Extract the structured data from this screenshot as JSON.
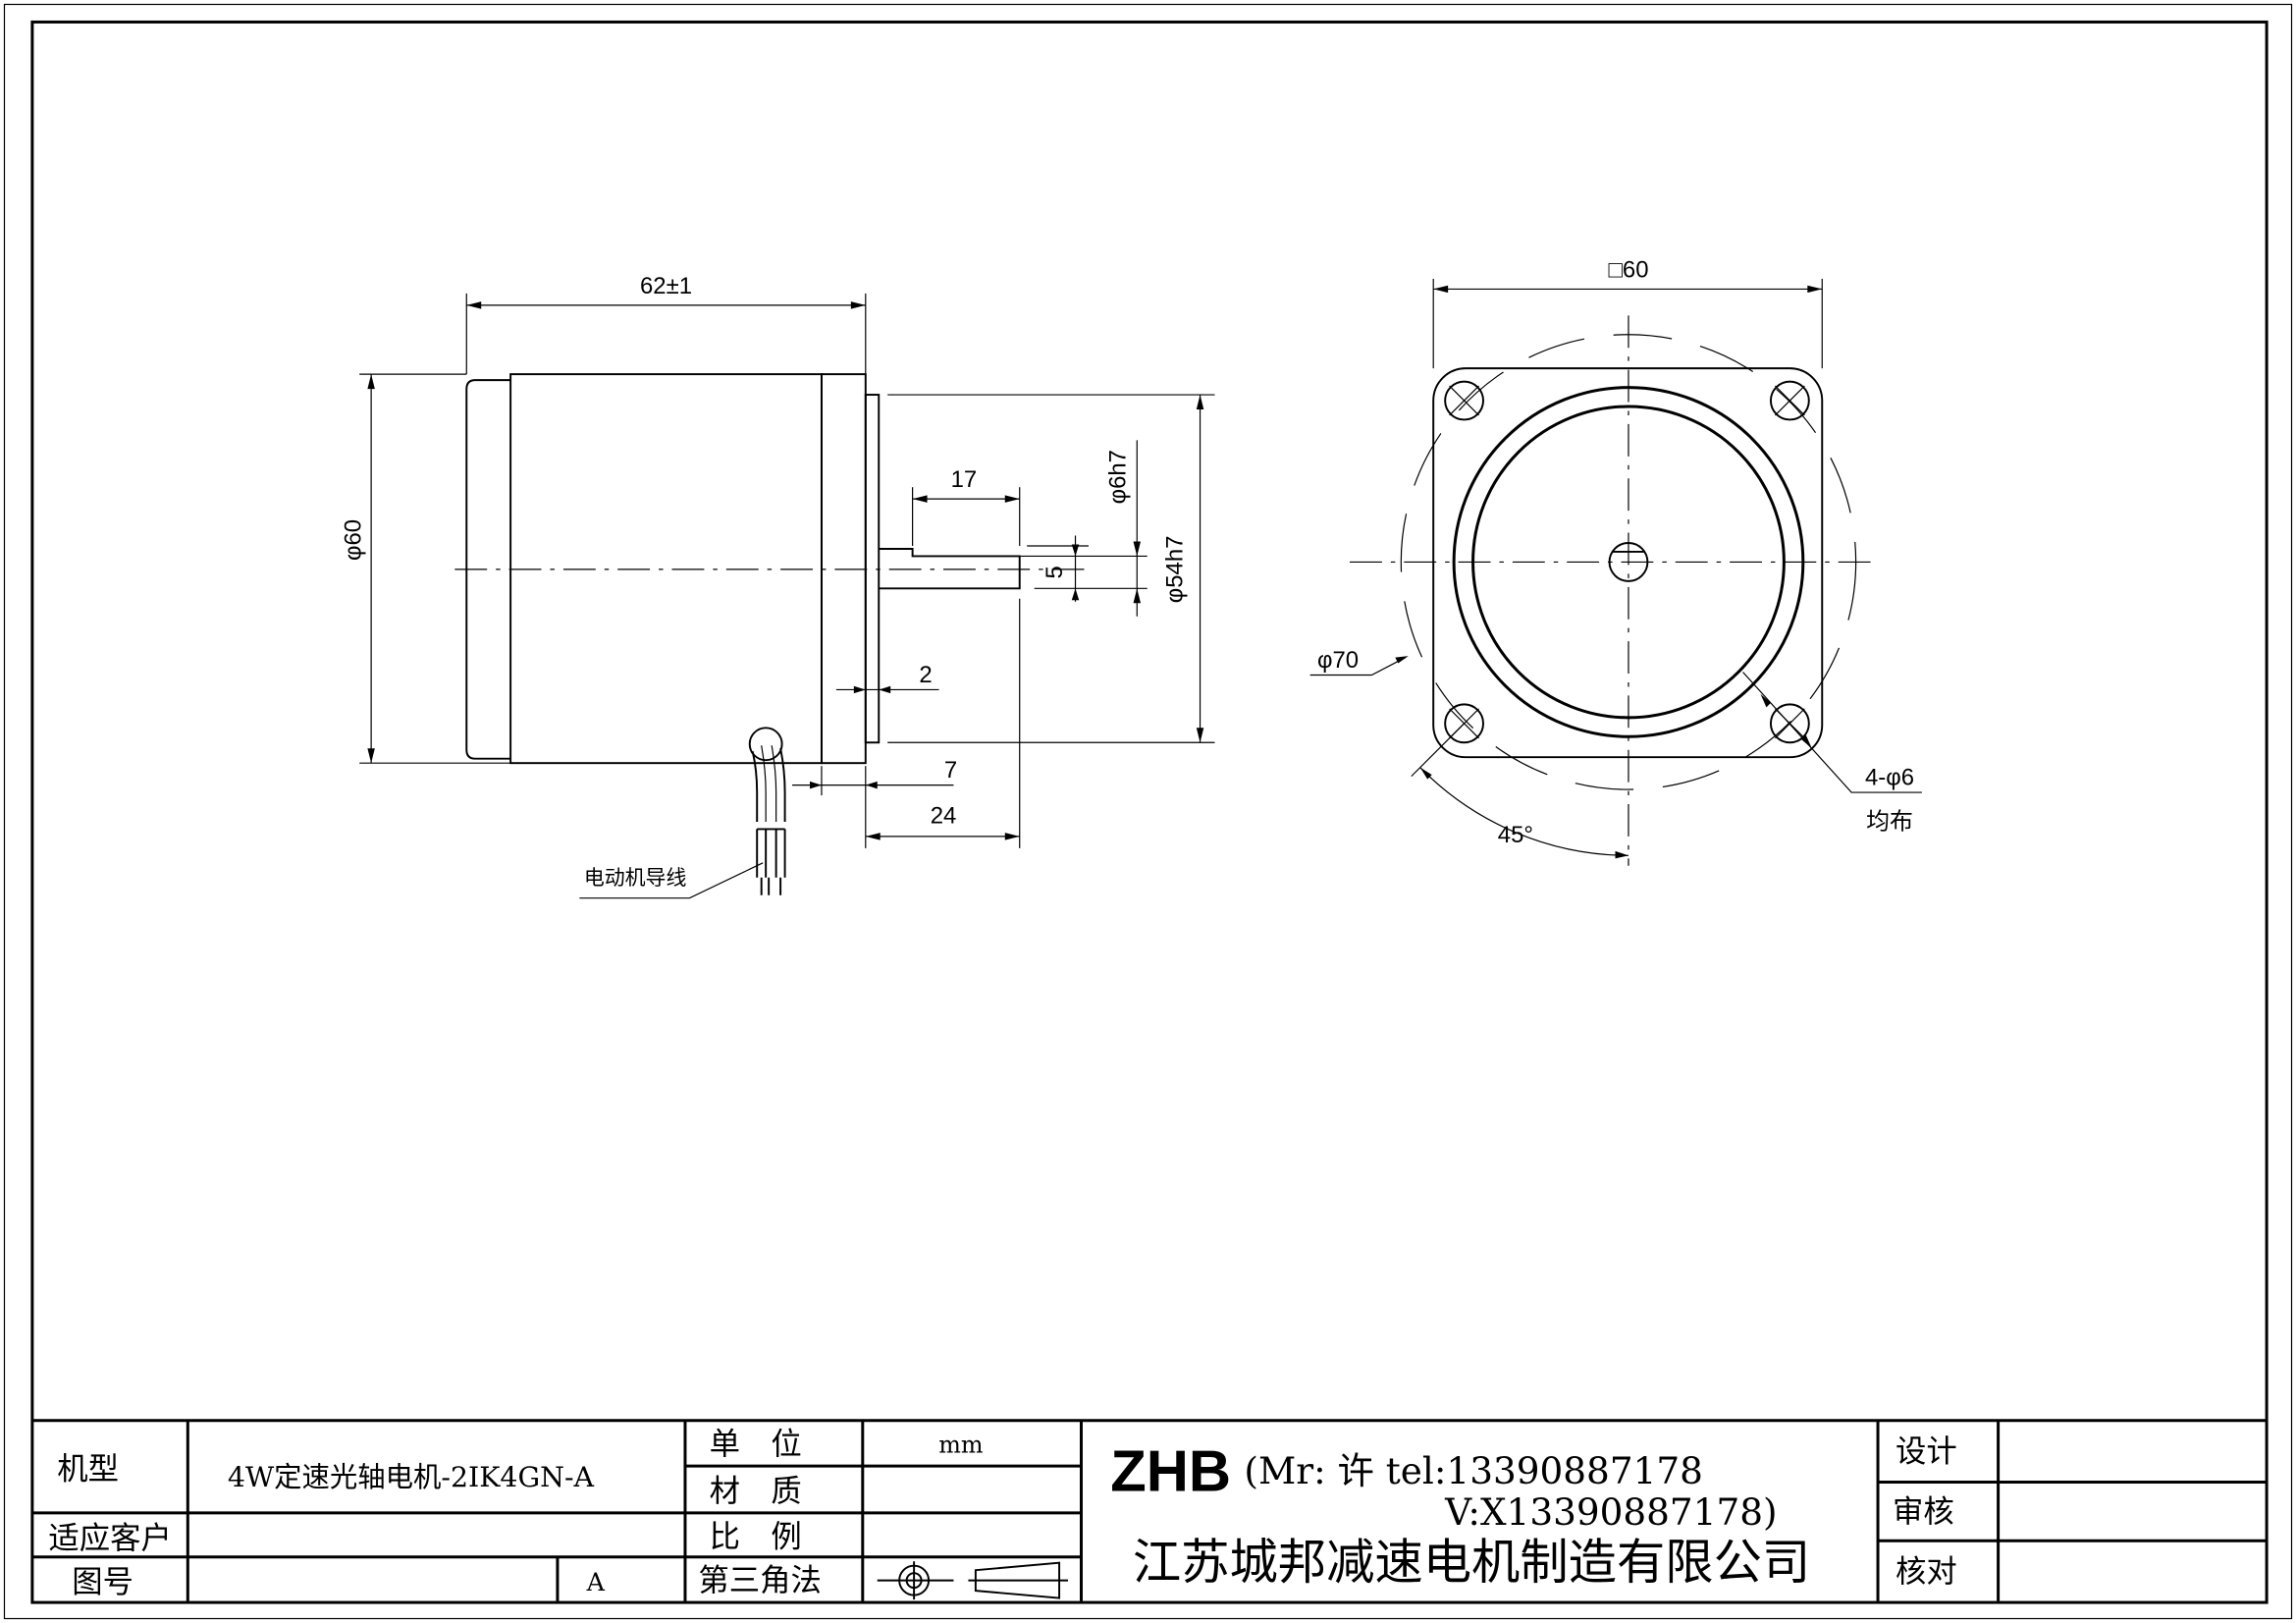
{
  "drawing": {
    "side_view": {
      "dim_length": "62±1",
      "dim_body_diameter": "φ60",
      "dim_shaft_length": "17",
      "dim_shaft_diameter": "φ6h7",
      "dim_flat": "5",
      "dim_spigot_diameter": "φ54h7",
      "dim_spigot_thickness": "2",
      "dim_front_section": "7",
      "dim_shaft_extension": "24",
      "wire_label": "电动机导线"
    },
    "front_view": {
      "dim_square": "□60",
      "dim_pcd": "φ70",
      "dim_holes": "4-φ6",
      "dim_holes_note": "均布",
      "dim_angle": "45°"
    }
  },
  "title_block": {
    "model_label": "机型",
    "model_value": "4W定速光轴电机-2IK4GN-A",
    "customer_label": "适应客户",
    "customer_value": "",
    "drawing_no_label": "图号",
    "drawing_no_value": "",
    "revision": "A",
    "unit_label": "单　位",
    "unit_value": "mm",
    "material_label": "材　质",
    "material_value": "",
    "scale_label": "比　例",
    "scale_value": "",
    "projection_label": "第三角法",
    "brand": "ZHB",
    "contact_line1": "(Mr: 许 tel:13390887178",
    "contact_line2": "V:X13390887178)",
    "company": "江苏城邦减速电机制造有限公司",
    "design_label": "设计",
    "review_label": "审核",
    "check_label": "核对"
  }
}
